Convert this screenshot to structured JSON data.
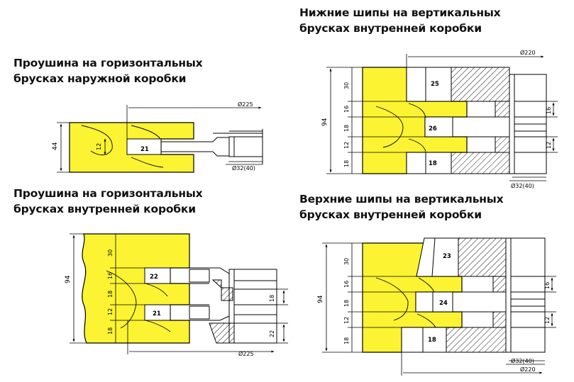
{
  "colors": {
    "part_fill": "#fcf432",
    "line": "#000000",
    "hatch": "#000000",
    "background": "#ffffff"
  },
  "panels": [
    {
      "id": "top-left",
      "title_lines": [
        "Проушина на горизонтальных",
        "брусках наружной коробки"
      ],
      "labels": {
        "diameter_outer": "Ø225",
        "diameter_bore": "Ø32(40)",
        "height": "44",
        "slot_depth": "12",
        "cutter_width": "21"
      }
    },
    {
      "id": "bottom-left",
      "title_lines": [
        "Проушина на горизонтальных",
        "брусках внутренней коробки"
      ],
      "labels": {
        "height": "94",
        "dims_left": [
          "30",
          "16",
          "18",
          "12",
          "18"
        ],
        "cutter_widths": [
          "22",
          "21"
        ],
        "dims_right": [
          "18",
          "22"
        ],
        "diameter_outer": "Ø225"
      }
    },
    {
      "id": "top-right",
      "title_lines": [
        "Нижние шипы на вертикальных",
        "брусках внутренней коробки"
      ],
      "labels": {
        "diameter_outer": "Ø220",
        "diameter_bore": "Ø32(40)",
        "height": "94",
        "dims_left": [
          "30",
          "16",
          "18",
          "12",
          "18"
        ],
        "cutter_widths": [
          "25",
          "26",
          "18"
        ],
        "dims_right": [
          "16",
          "12"
        ]
      }
    },
    {
      "id": "bottom-right",
      "title_lines": [
        "Верхние шипы на вертикальных",
        "брусках внутренней коробки"
      ],
      "labels": {
        "height": "94",
        "dims_left": [
          "30",
          "16",
          "18",
          "12",
          "18"
        ],
        "cutter_widths": [
          "23",
          "24",
          "18"
        ],
        "dims_right": [
          "16",
          "12"
        ],
        "diameter_bore": "Ø32(40)",
        "diameter_outer": "Ø220"
      }
    }
  ]
}
